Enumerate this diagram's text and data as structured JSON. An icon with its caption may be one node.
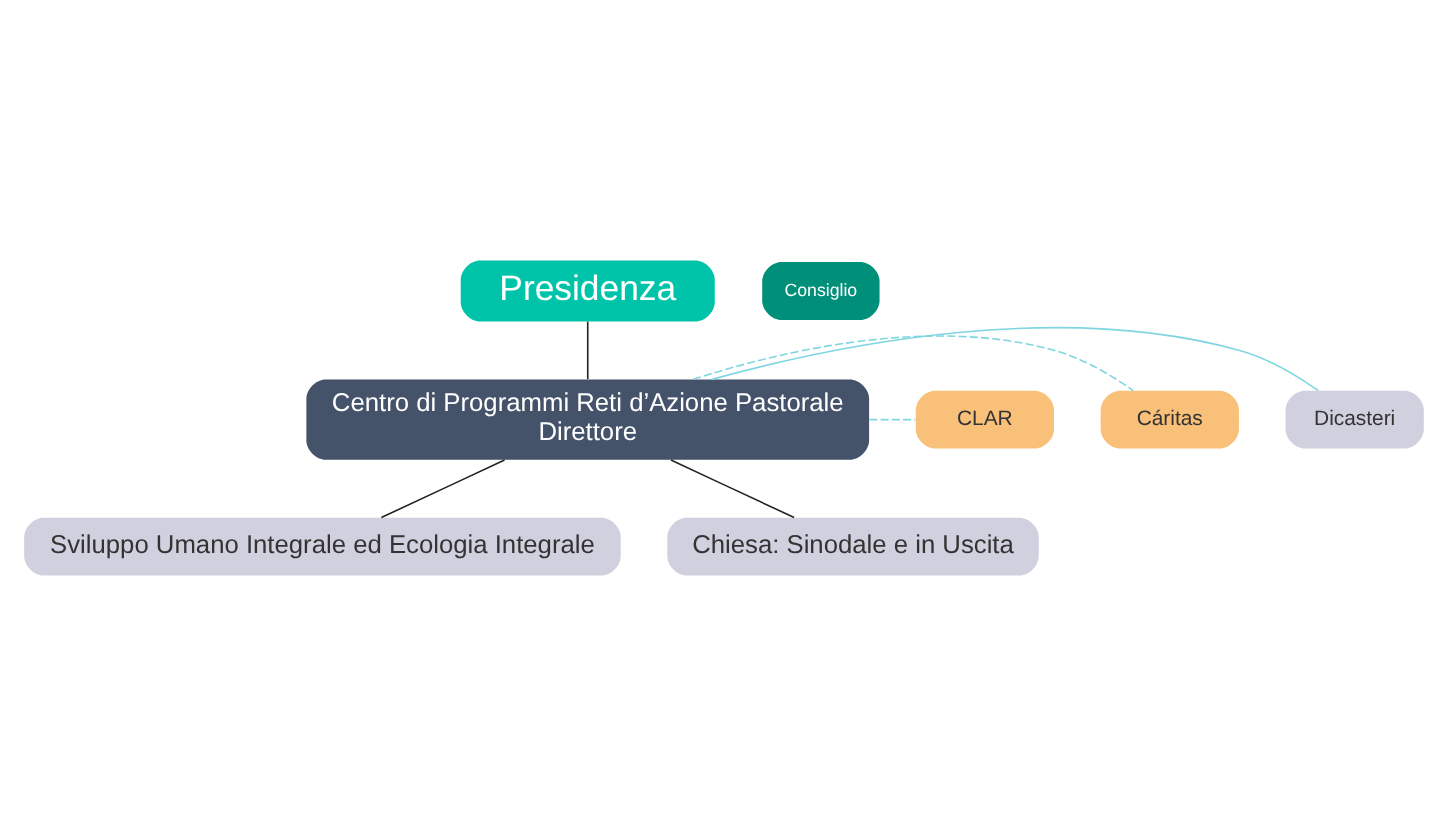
{
  "diagram": {
    "nodes": [
      {
        "text": [
          "Presidenza"
        ]
      },
      {
        "text": [
          "Centro di Programmi Reti d’Azione Pastorale",
          "Direttore"
        ]
      },
      {
        "text": [
          "Consiglio"
        ]
      },
      {
        "text": [
          "Dicasteri"
        ]
      },
      {
        "text": [
          "Cáritas"
        ]
      },
      {
        "text": [
          "CLAR"
        ]
      },
      {
        "text": [
          "Sviluppo Umano Integrale ed Ecologia Integrale"
        ]
      },
      {
        "text": [
          "Chiesa: Sinodale e in Uscita"
        ]
      }
    ],
    "edges": [
      {
        "from": 0,
        "to": 1,
        "arrow": "none"
      },
      {
        "from": 1,
        "to": 3,
        "arrow": "none",
        "color": "#7fd6e0"
      },
      {
        "from": 1,
        "to": 4,
        "arrow": "none",
        "style": "dashed",
        "color": "#7fd6e0"
      },
      {
        "from": 1,
        "to": 5,
        "arrow": "none",
        "style": "dashed",
        "color": "#7fd6e0"
      },
      {
        "from": 1,
        "to": 6,
        "arrow": "none"
      },
      {
        "from": 1,
        "to": 7,
        "arrow": "none"
      }
    ]
  }
}
